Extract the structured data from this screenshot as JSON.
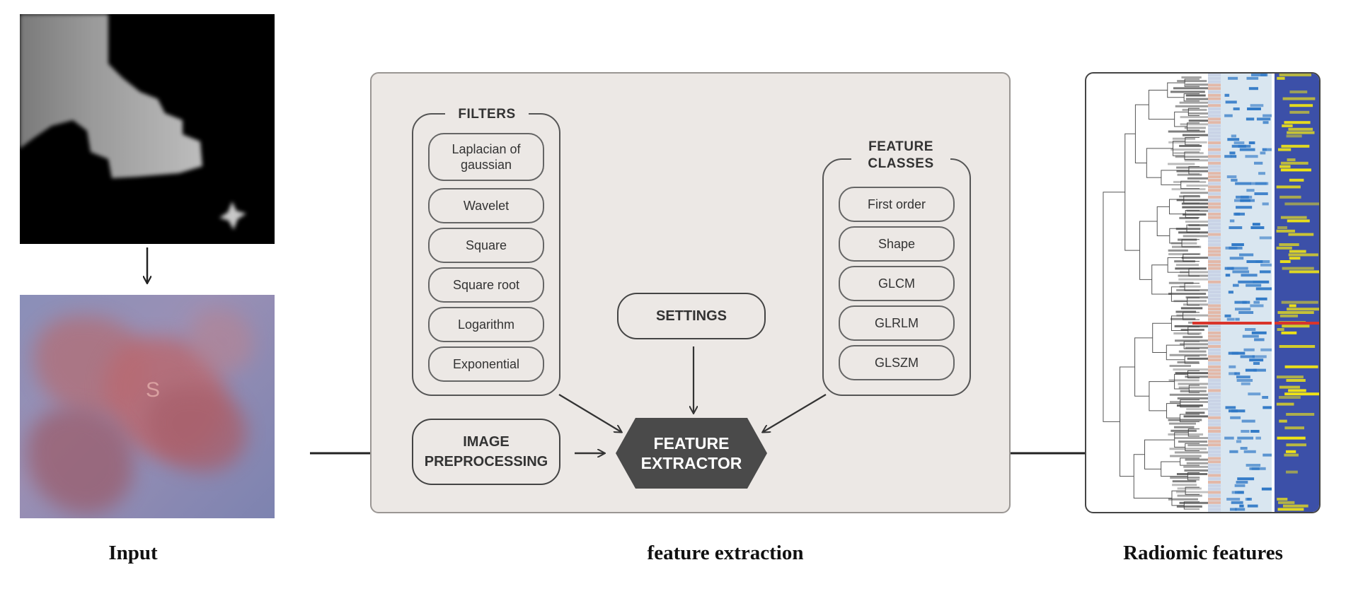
{
  "captions": {
    "input": "Input",
    "feature_extraction": "feature extraction",
    "radiomic_features": "Radiomic features"
  },
  "filters": {
    "title": "FILTERS",
    "items": [
      "Laplacian of gaussian",
      "Wavelet",
      "Square",
      "Square root",
      "Logarithm",
      "Exponential"
    ]
  },
  "feature_classes": {
    "title": "FEATURE CLASSES",
    "items": [
      "First order",
      "Shape",
      "GLCM",
      "GLRLM",
      "GLSZM"
    ]
  },
  "settings_label": "SETTINGS",
  "image_preprocessing_label": "IMAGE PREPROCESSING",
  "feature_extractor_label": "FEATURE EXTRACTOR",
  "photo_letter": "S",
  "colors": {
    "panel_bg": "#ece8e5",
    "extractor_fill": "#4a4a4a",
    "heat_blue": "#2f78c6",
    "heat_yellow": "#f2e614",
    "heat_navy": "#3c50a8",
    "highlight_red": "#d9342b"
  }
}
